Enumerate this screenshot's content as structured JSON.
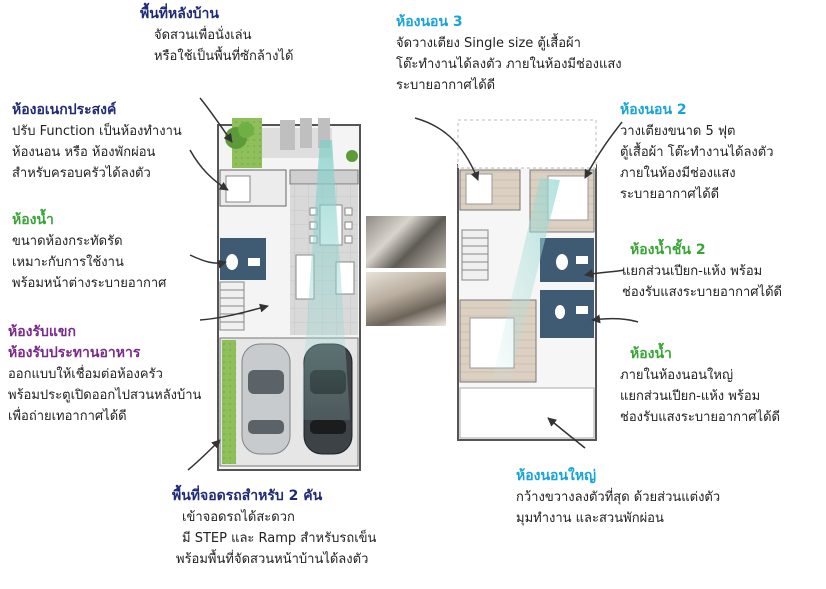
{
  "colors": {
    "navy": "#1f2a78",
    "green": "#38a536",
    "purple": "#7a2a8c",
    "cyan": "#19a3d8",
    "arrow": "#333333",
    "wet_room": "#3f5a73",
    "light_beam": "#8fd0cc"
  },
  "ground_floor": {
    "backyard": {
      "title": "พื้นที่หลังบ้าน",
      "lines": [
        "จัดสวนเพื่อนั่งเล่น",
        "หรือใช้เป็นพื้นที่ซักล้างได้"
      ]
    },
    "multipurpose": {
      "title": "ห้องอเนกประสงค์",
      "lines": [
        "ปรับ Function เป็นห้องทำงาน",
        "ห้องนอน หรือ ห้องพักผ่อน",
        "สำหรับครอบครัวได้ลงตัว"
      ]
    },
    "bathroom": {
      "title": "ห้องน้ำ",
      "lines": [
        "ขนาดห้องกระทัดรัด",
        "เหมาะกับการใช้งาน",
        "พร้อมหน้าต่างระบายอากาศ"
      ]
    },
    "living_dining": {
      "title_line1": "ห้องรับแขก",
      "title_line2": "ห้องรับประทานอาหาร",
      "lines": [
        "ออกแบบให้เชื่อมต่อห้องครัว",
        "พร้อมประตูเปิดออกไปสวนหลังบ้าน",
        "เพื่อถ่ายเทอากาศได้ดี"
      ]
    },
    "parking": {
      "title": "พื้นที่จอดรถสำหรับ 2 คัน",
      "lines": [
        "เข้าจอดรถได้สะดวก",
        "มี STEP และ Ramp สำหรับรถเข็น",
        "พร้อมพื้นที่จัดสวนหน้าบ้านได้ลงตัว"
      ]
    }
  },
  "upper_floor": {
    "bedroom3": {
      "title": "ห้องนอน 3",
      "lines": [
        "จัดวางเตียง Single size ตู้เสื้อผ้า",
        "โต๊ะทำงานได้ลงตัว ภายในห้องมีช่องแสง",
        "ระบายอากาศได้ดี"
      ]
    },
    "bedroom2": {
      "title": "ห้องนอน 2",
      "lines": [
        "วางเตียงขนาด 5 ฟุต",
        "ตู้เสื้อผ้า โต๊ะทำงานได้ลงตัว",
        "ภายในห้องมีช่องแสง",
        "ระบายอากาศได้ดี"
      ]
    },
    "bathroom_floor2": {
      "title": "ห้องน้ำชั้น 2",
      "lines": [
        "แยกส่วนเปียก-แห้ง พร้อม",
        "ช่องรับแสงระบายอากาศได้ดี"
      ]
    },
    "master_bathroom": {
      "title": "ห้องน้ำ",
      "lines": [
        "ภายในห้องนอนใหญ่",
        "แยกส่วนเปียก-แห้ง พร้อม",
        "ช่องรับแสงระบายอากาศได้ดี"
      ]
    },
    "master_bedroom": {
      "title": "ห้องนอนใหญ่",
      "lines": [
        "กว้างขวางลงตัวที่สุด ด้วยส่วนแต่งตัว",
        "มุมทำงาน และสวนพักผ่อน"
      ]
    }
  }
}
